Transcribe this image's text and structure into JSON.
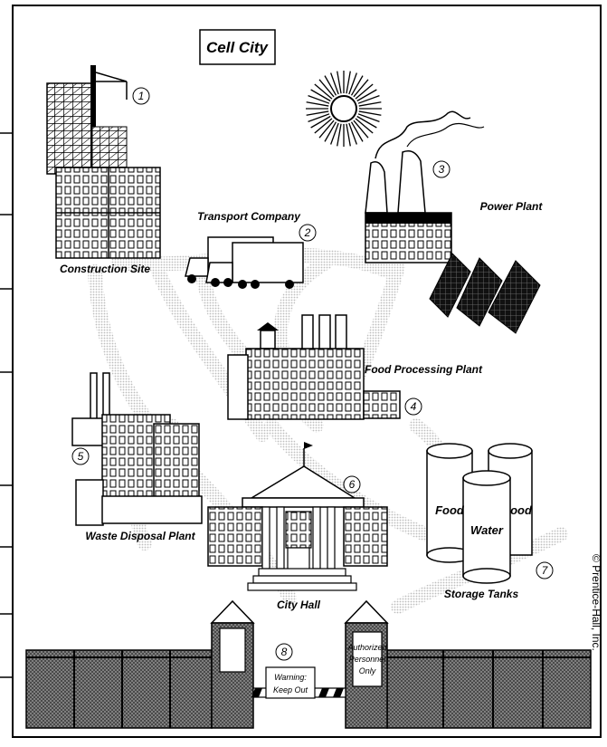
{
  "title": "Cell City",
  "copyright": "© Prentice-Hall, Inc.",
  "places": {
    "construction": {
      "num": "1",
      "label": "Construction Site"
    },
    "transport": {
      "num": "2",
      "label": "Transport Company"
    },
    "power": {
      "num": "3",
      "label": "Power Plant"
    },
    "food_processing": {
      "num": "4",
      "label": "Food Processing Plant"
    },
    "waste": {
      "num": "5",
      "label": "Waste Disposal Plant"
    },
    "city_hall": {
      "num": "6",
      "label": "City Hall"
    },
    "storage": {
      "num": "7",
      "label": "Storage Tanks"
    },
    "gate": {
      "num": "8"
    }
  },
  "tanks": {
    "left": "Food",
    "middle": "Water",
    "right": "ood"
  },
  "signs": {
    "warning_line1": "Warning:",
    "warning_line2": "Keep Out",
    "auth_line1": "Authorized",
    "auth_line2": "Personnel",
    "auth_line3": "Only"
  }
}
